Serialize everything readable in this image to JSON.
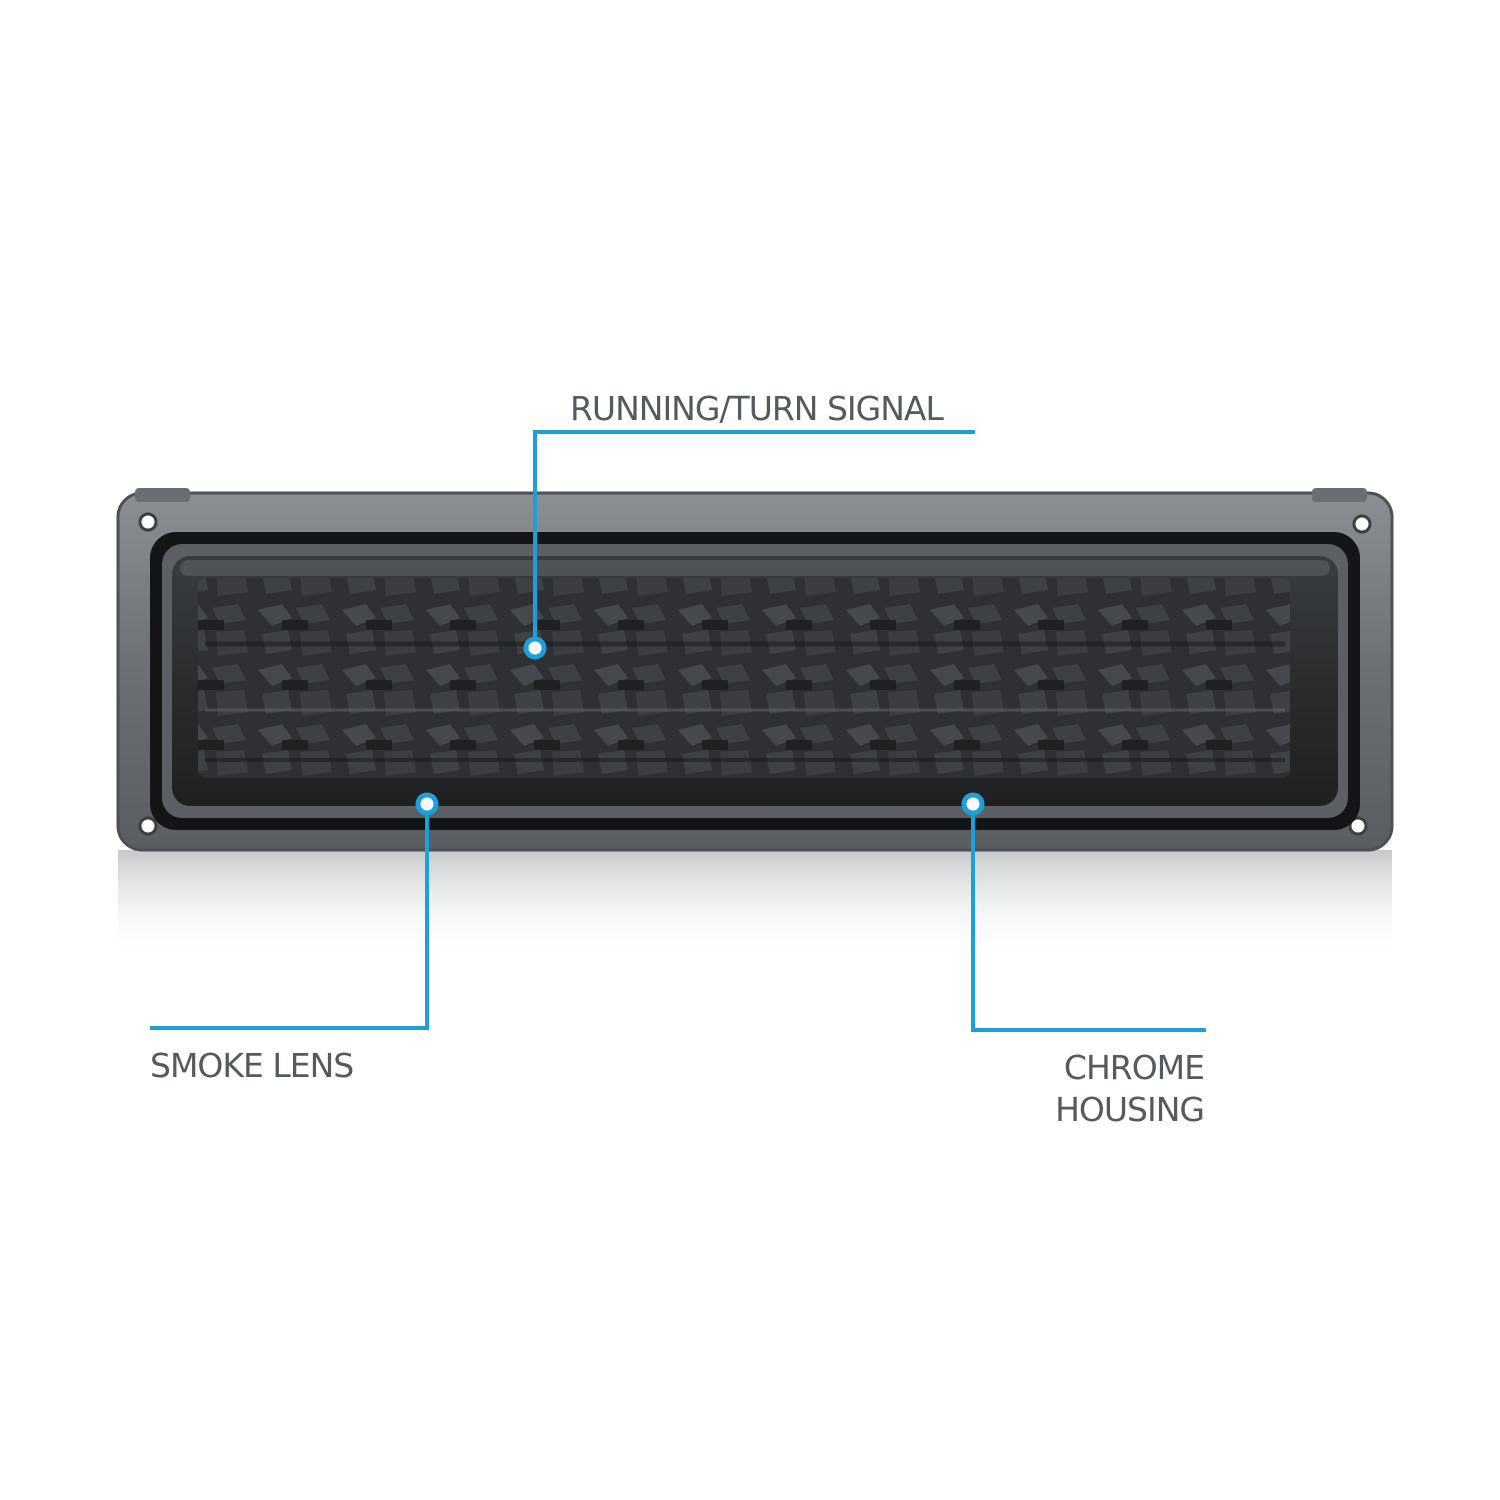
{
  "accent_color": "#1ba0dc",
  "callouts": {
    "running_turn_signal": "RUNNING/TURN SIGNAL",
    "smoke_lens": "SMOKE LENS",
    "chrome_housing": [
      "CHROME",
      "HOUSING"
    ]
  }
}
